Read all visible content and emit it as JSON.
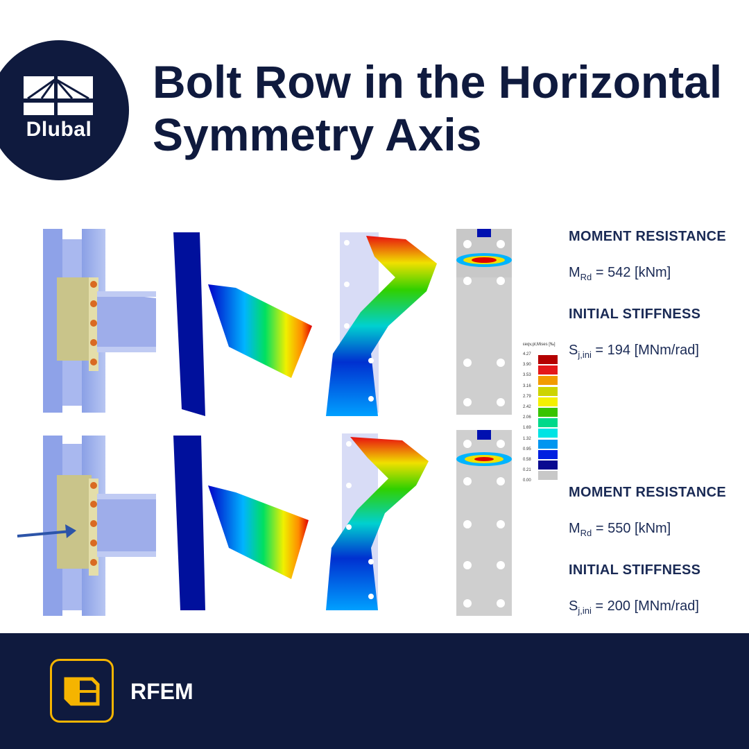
{
  "brand": {
    "name": "Dlubal",
    "logo_icon": "bridge-icon"
  },
  "title": "Bolt Row in the Horizontal Symmetry Axis",
  "results": [
    {
      "moment_heading": "MOMENT RESISTANCE",
      "moment_symbol": "M",
      "moment_sub": "Rd",
      "moment_value": " = 542 [kNm]",
      "stiffness_heading": "INITIAL STIFFNESS",
      "stiffness_symbol": "S",
      "stiffness_sub": "j,ini",
      "stiffness_value": " = 194 [MNm/rad]"
    },
    {
      "moment_heading": "MOMENT RESISTANCE",
      "moment_symbol": "M",
      "moment_sub": "Rd",
      "moment_value": " = 550 [kNm]",
      "stiffness_heading": "INITIAL STIFFNESS",
      "stiffness_symbol": "S",
      "stiffness_sub": "j,ini",
      "stiffness_value": " = 200 [MNm/rad]"
    }
  ],
  "legend": {
    "title": "εeqv,pl,Mises [‰]",
    "values": [
      "4.27",
      "3.90",
      "3.53",
      "3.16",
      "2.79",
      "2.42",
      "2.06",
      "1.69",
      "1.32",
      "0.95",
      "0.58",
      "0.21",
      "0.00"
    ],
    "colors": [
      "#b40000",
      "#e4181a",
      "#f29b00",
      "#cdd400",
      "#f4f000",
      "#38c400",
      "#00d98a",
      "#00e4e4",
      "#0096f0",
      "#0020e0",
      "#0a0a90",
      "#c8c8c8"
    ]
  },
  "footer": {
    "product": "RFEM",
    "product_icon": "rfem-icon"
  },
  "colors": {
    "navy": "#0f1a3e",
    "accent": "#f5b400"
  }
}
